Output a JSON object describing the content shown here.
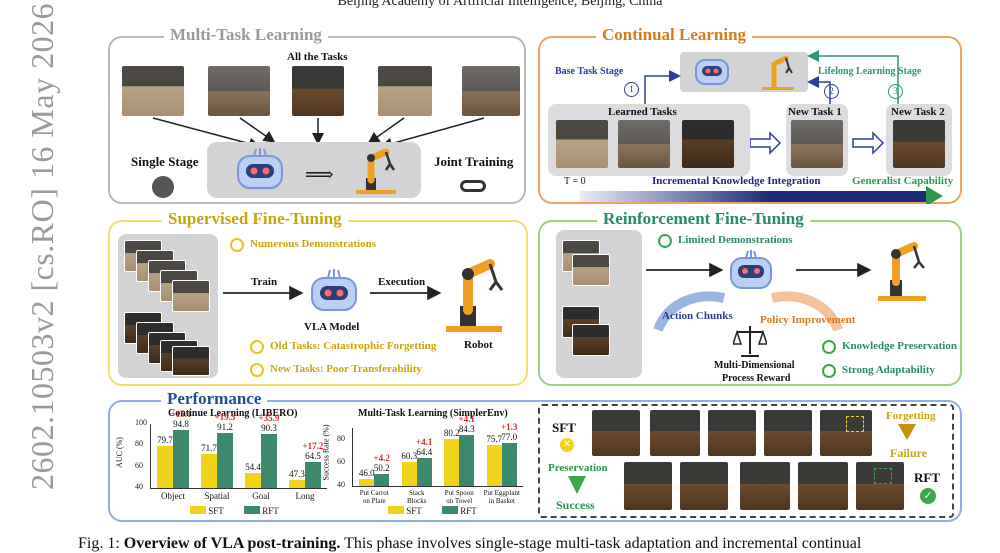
{
  "affiliation": "Beijing Academy of Artificial Intelligence, Beijing, China",
  "arxiv_id": "2602.10503v2  [cs.RO]  16 May 2026",
  "mtl": {
    "title": "Multi-Task Learning",
    "all_tasks": "All the Tasks",
    "single_stage": "Single Stage",
    "joint_training": "Joint Training"
  },
  "cl": {
    "title": "Continual Learning",
    "base_stage": "Base Task Stage",
    "lifelong_stage": "Lifelong Learning Stage",
    "step1": "1",
    "step2": "2",
    "step3": "3",
    "learned_tasks": "Learned Tasks",
    "new_task_1": "New Task 1",
    "new_task_2": "New Task 2",
    "t0": "T = 0",
    "incremental": "Incremental Knowledge Integration",
    "generalist": "Generalist Capability"
  },
  "sft": {
    "title": "Supervised Fine-Tuning",
    "numerous": "Numerous Demonstrations",
    "train": "Train",
    "execution": "Execution",
    "vla_model": "VLA Model",
    "robot": "Robot",
    "old_tasks": "Old Tasks: Catastrophic Forgetting",
    "new_tasks": "New Tasks: Poor Transferability"
  },
  "rft": {
    "title": "Reinforcement Fine-Tuning",
    "limited": "Limited Demonstrations",
    "action_chunks": "Action Chunks",
    "policy_improvement": "Policy Improvement",
    "reward_line1": "Multi-Dimensional",
    "reward_line2": "Process Reward",
    "knowledge": "Knowledge Preservation",
    "adaptability": "Strong Adaptability"
  },
  "perf": {
    "title": "Performance",
    "sft_label": "SFT",
    "rft_label": "RFT",
    "forgetting": "Forgetting",
    "failure": "Failure",
    "preservation": "Preservation",
    "success": "Success"
  },
  "chart_data": [
    {
      "type": "bar",
      "title": "Continue Learning (LIBERO)",
      "ylabel": "AUC (%)",
      "ylim": [
        40,
        100
      ],
      "yticks": [
        40,
        60,
        80,
        100
      ],
      "categories": [
        "Object",
        "Spatial",
        "Goal",
        "Long"
      ],
      "series": [
        {
          "name": "SFT",
          "color": "#f2d31b",
          "values": [
            79.7,
            71.7,
            54.4,
            47.3
          ]
        },
        {
          "name": "RFT",
          "color": "#3a8a6b",
          "values": [
            94.8,
            91.2,
            90.3,
            64.5
          ]
        }
      ],
      "deltas": [
        "+15.1",
        "+19.5",
        "+35.9",
        "+17.2"
      ]
    },
    {
      "type": "bar",
      "title": "Multi-Task Learning (SimplerEnv)",
      "ylabel": "Success Rate (%)",
      "ylim": [
        40,
        90
      ],
      "yticks": [
        40,
        60,
        80
      ],
      "categories": [
        "Put Carrot on Plate",
        "Stack Blocks",
        "Put Spoon on Towel",
        "Put Eggplant in Basket"
      ],
      "category_lines": [
        [
          "Put Carrot",
          "on Plate"
        ],
        [
          "Stack",
          "Blocks"
        ],
        [
          "Put Spoon",
          "on Towel"
        ],
        [
          "Put Eggplant",
          "in Basket"
        ]
      ],
      "series": [
        {
          "name": "SFT",
          "color": "#f2d31b",
          "values": [
            46.0,
            60.3,
            80.2,
            75.7
          ]
        },
        {
          "name": "RFT",
          "color": "#3a8a6b",
          "values": [
            50.2,
            64.4,
            84.3,
            77.0
          ]
        }
      ],
      "deltas": [
        "+4.2",
        "+4.1",
        "+4.1",
        "+1.3"
      ]
    }
  ],
  "caption": {
    "prefix": "Fig. 1: ",
    "bold": "Overview of VLA post-training.",
    "rest": " This phase involves single-stage multi-task adaptation and incremental continual"
  },
  "colors": {
    "mtl_border": "#b9b9b9",
    "cl_border": "#f0a35e",
    "sft_border": "#f3dd6e",
    "rft_border": "#9fd07f",
    "perf_border": "#8fb0de",
    "cl_title": "#d97a1e",
    "rft_title": "#2a8a6a",
    "perf_title": "#1f4e9c",
    "sft_title": "#c7a60a"
  }
}
